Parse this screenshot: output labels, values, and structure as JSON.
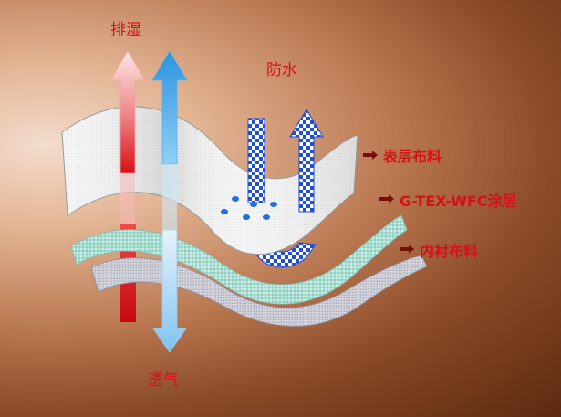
{
  "labels": {
    "moisture_release": "排湿",
    "waterproof": "防水",
    "breathable": "透气",
    "outer_fabric": "表层布料",
    "membrane": "G-TEX-WFC涂层",
    "lining_fabric": "内衬布料"
  },
  "colors": {
    "label_text": "#d8101a",
    "pointer_arrow": "#7a0c0c",
    "moisture_arrow": "#e0242a",
    "air_arrow": "#3aa2e6",
    "water_arrow": "#1f4fd6",
    "outer_layer": "#f2f2f2",
    "membrane_layer": "#a9ddd2",
    "lining_layer": "#c7c7d2"
  },
  "icons": {
    "pointer": "right-arrow",
    "water_drops": "droplet-icon"
  }
}
